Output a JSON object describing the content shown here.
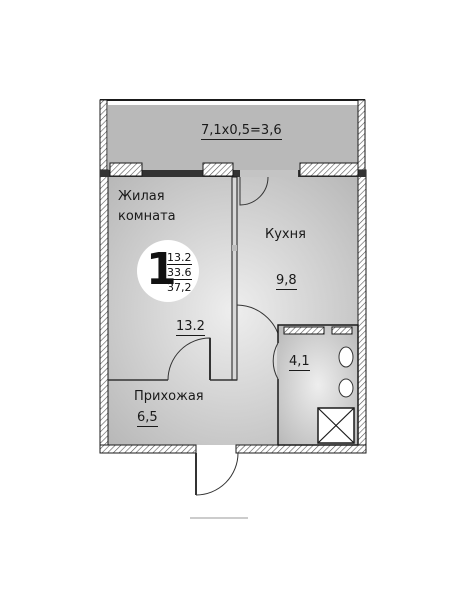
{
  "balcony": {
    "area_label": "7,1x0,5=3,6"
  },
  "rooms": {
    "living": {
      "name_line1": "Жилая",
      "name_line2": "комната",
      "area": "13.2"
    },
    "kitchen": {
      "name": "Кухня",
      "area": "9,8"
    },
    "hallway": {
      "name": "Прихожая",
      "area": "6,5"
    },
    "bathroom": {
      "area": "4,1"
    }
  },
  "summary_badge": {
    "room_count": "1",
    "living_area": "13.2",
    "total_area_excl_balcony": "33.6",
    "total_area_incl_balcony": "37,2"
  },
  "colors": {
    "floor": "#c4c4c4",
    "floor_light": "#e8e8e8",
    "wall": "#1a1a1a",
    "badge": "#ffffff"
  }
}
